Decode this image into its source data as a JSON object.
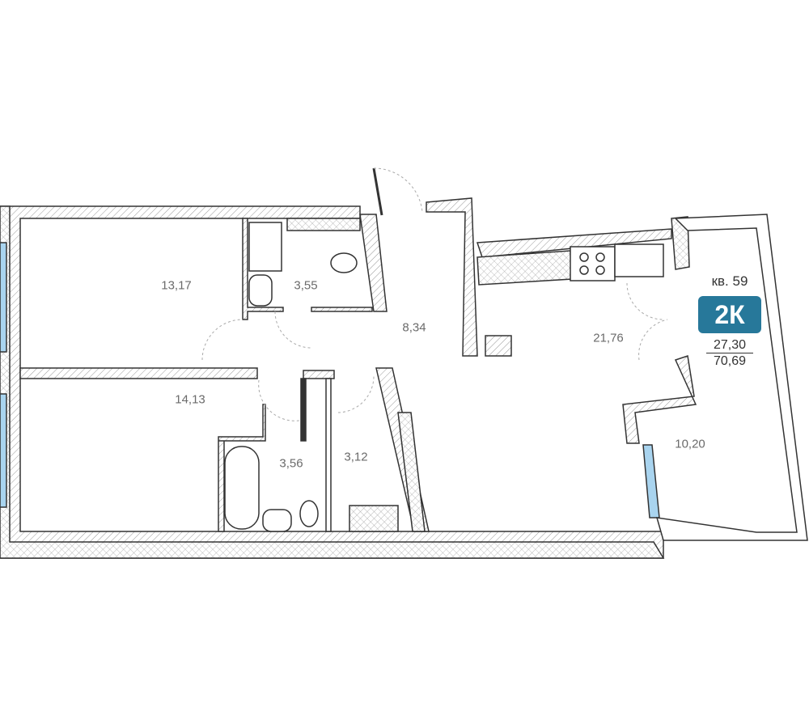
{
  "apartment": {
    "number_label": "кв. 59",
    "type_badge": "2К",
    "living_area": "27,30",
    "total_area": "70,69"
  },
  "rooms": [
    {
      "name": "bedroom-1",
      "area": "13,17"
    },
    {
      "name": "bathroom-1",
      "area": "3,55"
    },
    {
      "name": "hallway",
      "area": "8,34"
    },
    {
      "name": "kitchen-living",
      "area": "21,76"
    },
    {
      "name": "bedroom-2",
      "area": "14,13"
    },
    {
      "name": "bathroom-2",
      "area": "3,56"
    },
    {
      "name": "storage",
      "area": "3,12"
    },
    {
      "name": "balcony",
      "area": "10,20"
    }
  ],
  "colors": {
    "badge": "#27789a",
    "window": "#a9d4ef",
    "wall": "#333333"
  }
}
